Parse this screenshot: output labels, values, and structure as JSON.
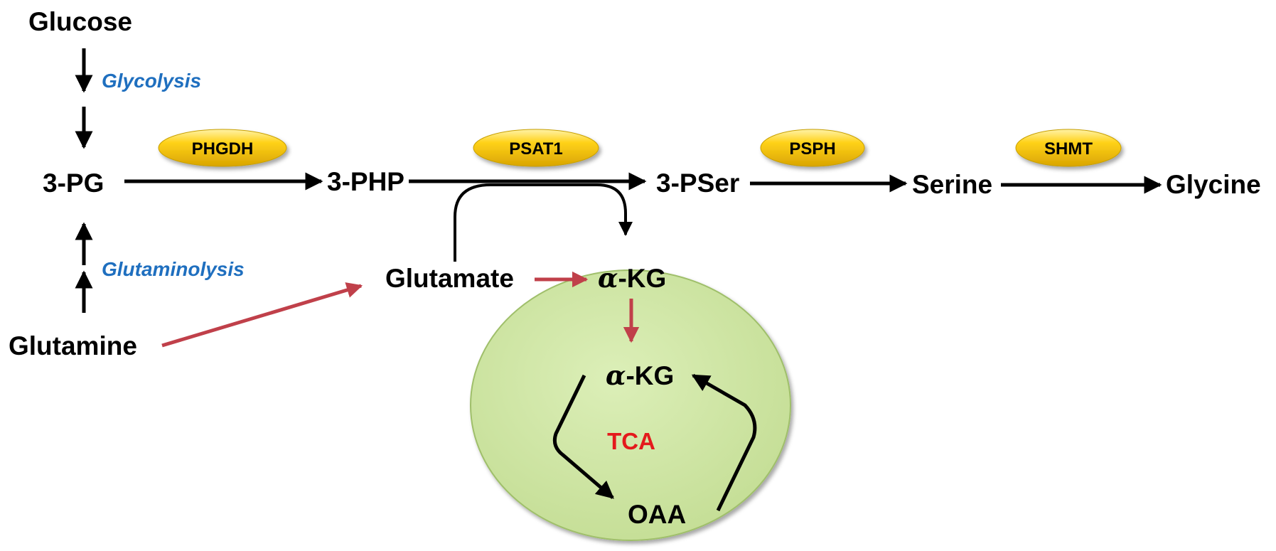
{
  "metabolites": {
    "glucose": "Glucose",
    "pg3": "3-PG",
    "php3": "3-PHP",
    "pser3": "3-PSer",
    "serine": "Serine",
    "glycine": "Glycine",
    "glutamate": "Glutamate",
    "akg_top_greek": "α",
    "akg_top_rest": "-KG",
    "glutamine": "Glutamine",
    "akg_cycle_greek": "α",
    "akg_cycle_rest": "-KG",
    "oaa": "OAA"
  },
  "processes": {
    "glycolysis": "Glycolysis",
    "glutaminolysis": "Glutaminolysis"
  },
  "enzymes": {
    "phgdh": "PHGDH",
    "psat1": "PSAT1",
    "psph": "PSPH",
    "shmt": "SHMT"
  },
  "cycle": {
    "label": "TCA"
  },
  "colors": {
    "process_text": "#1f6fbf",
    "tca_text": "#e41a1c",
    "red_arrow": "#c0404a",
    "enzyme_fill": "#f2c200",
    "cell_fill": "#cfe6a6"
  }
}
